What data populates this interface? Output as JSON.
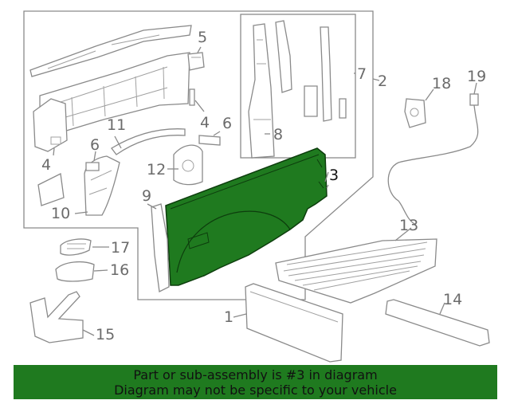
{
  "colors": {
    "highlight": "#1f7a1f",
    "banner": "#1f7a1f",
    "line": "#8a8a8a"
  },
  "callouts": {
    "c1": "1",
    "c2": "2",
    "c3": "3",
    "c4a": "4",
    "c4b": "4",
    "c5": "5",
    "c6a": "6",
    "c6b": "6",
    "c7": "7",
    "c8": "8",
    "c9": "9",
    "c10": "10",
    "c11": "11",
    "c12": "12",
    "c13": "13",
    "c14": "14",
    "c15": "15",
    "c16": "16",
    "c17": "17",
    "c18": "18",
    "c19": "19"
  },
  "banner": {
    "line1": "Part or sub-assembly is #3 in diagram",
    "line2": "Diagram may not be specific to your vehicle"
  }
}
